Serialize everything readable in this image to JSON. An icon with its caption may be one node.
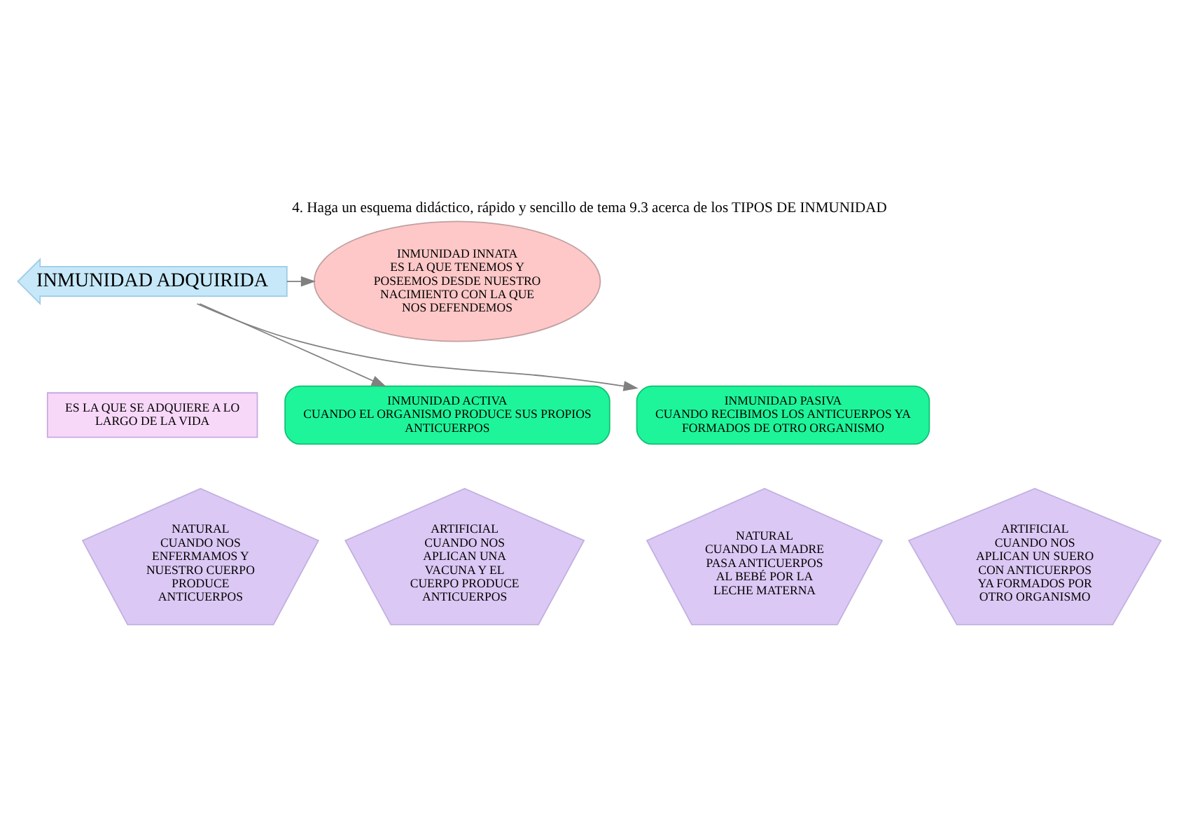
{
  "diagram": {
    "title": "4. Haga un esquema didáctico, rápido y sencillo de tema 9.3 acerca de los TIPOS DE INMUNIDAD",
    "nodes": [
      {
        "text": [
          "INMUNIDAD ADQUIRIDA"
        ]
      },
      {
        "text": [
          "ES LA QUE SE ADQUIERE A LO LARGO DE LA VIDA"
        ]
      },
      {
        "text": [
          "INMUNIDAD INNATA",
          "ES LA QUE TENEMOS Y POSEEMOS DESDE NUESTRO NACIMIENTO CON LA QUE NOS DEFENDEMOS"
        ]
      },
      {
        "text": [
          "INMUNIDAD ACTIVA",
          "CUANDO EL ORGANISMO PRODUCE SUS PROPIOS ANTICUERPOS"
        ]
      },
      {
        "text": [
          "INMUNIDAD PASIVA",
          "CUANDO RECIBIMOS LOS ANTICUERPOS YA FORMADOS DE OTRO ORGANISMO"
        ]
      },
      {
        "text": [
          "NATURAL",
          "CUANDO NOS ENFERMAMOS Y NUESTRO CUERPO PRODUCE ANTICUERPOS"
        ]
      },
      {
        "text": [
          "ARTIFICIAL",
          "CUANDO NOS APLICAN UNA VACUNA Y EL CUERPO PRODUCE ANTICUERPOS"
        ]
      },
      {
        "text": [
          "NATURAL",
          "CUANDO LA MADRE PASA ANTICUERPOS AL BEBÉ POR LA LECHE MATERNA"
        ]
      },
      {
        "text": [
          "ARTIFICIAL",
          "CUANDO NOS APLICAN UN SUERO CON ANTICUERPOS YA FORMADOS POR OTRO ORGANISMO"
        ]
      }
    ],
    "edges": [
      {
        "from": 0,
        "to": 2,
        "arrow": "to"
      },
      {
        "from": 0,
        "to": 3,
        "arrow": "to"
      },
      {
        "from": 0,
        "to": 4,
        "arrow": "to"
      }
    ]
  }
}
